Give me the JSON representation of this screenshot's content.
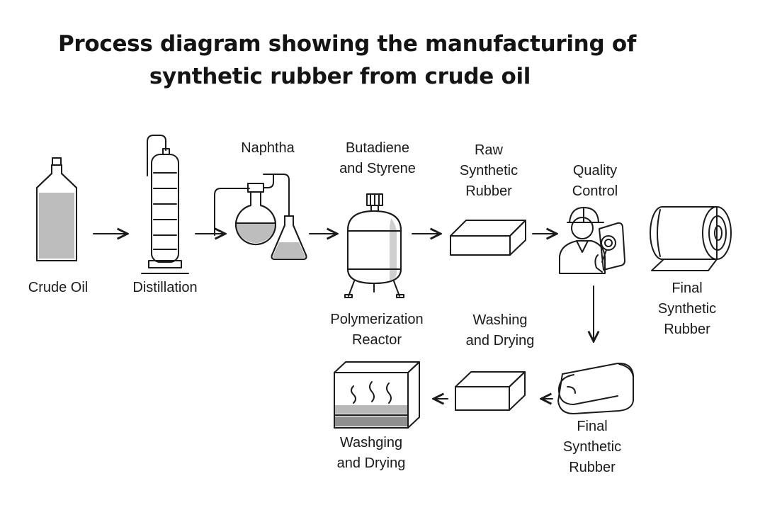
{
  "title": {
    "line1": "Process diagram showing the manufacturing of",
    "line2": "synthetic rubber from crude oil"
  },
  "nodes": [
    {
      "id": "crude-oil",
      "lines": [
        "Crude Oil"
      ],
      "icon": "bottle-icon"
    },
    {
      "id": "distillation",
      "lines": [
        "Distillation"
      ],
      "icon": "distillation-column-icon"
    },
    {
      "id": "naphtha",
      "lines": [
        "Naphtha"
      ],
      "icon": "flask-apparatus-icon"
    },
    {
      "id": "butadiene-styrene",
      "lines": [
        "Butadiene",
        "and Styrene"
      ],
      "icon": ""
    },
    {
      "id": "polymerization-reactor",
      "lines": [
        "Polymerization",
        "Reactor"
      ],
      "icon": "reactor-tank-icon"
    },
    {
      "id": "raw-synthetic-rubber",
      "lines": [
        "Raw",
        "Synthetic",
        "Rubber"
      ],
      "icon": "rubber-block-icon"
    },
    {
      "id": "quality-control",
      "lines": [
        "Quality",
        "Control"
      ],
      "icon": "inspector-icon"
    },
    {
      "id": "final-synthetic-rubber-top",
      "lines": [
        "Final",
        "Synthetic",
        "Rubber"
      ],
      "icon": "rubber-roll-icon"
    },
    {
      "id": "washing-drying-top",
      "lines": [
        "Washing",
        "and Drying"
      ],
      "icon": "rubber-block-icon"
    },
    {
      "id": "final-synthetic-rubber-bottom",
      "lines": [
        "Final",
        "Synthetic",
        "Rubber"
      ],
      "icon": "rubber-bale-icon"
    },
    {
      "id": "washging-drying-bottom",
      "lines": [
        "Washging",
        "and Drying"
      ],
      "icon": "drying-tank-icon"
    }
  ],
  "colors": {
    "stroke": "#1b1b1b",
    "fill_light": "#e6e6e6",
    "fill_mid": "#bcbcbc",
    "fill_dark": "#8a8a8a"
  }
}
